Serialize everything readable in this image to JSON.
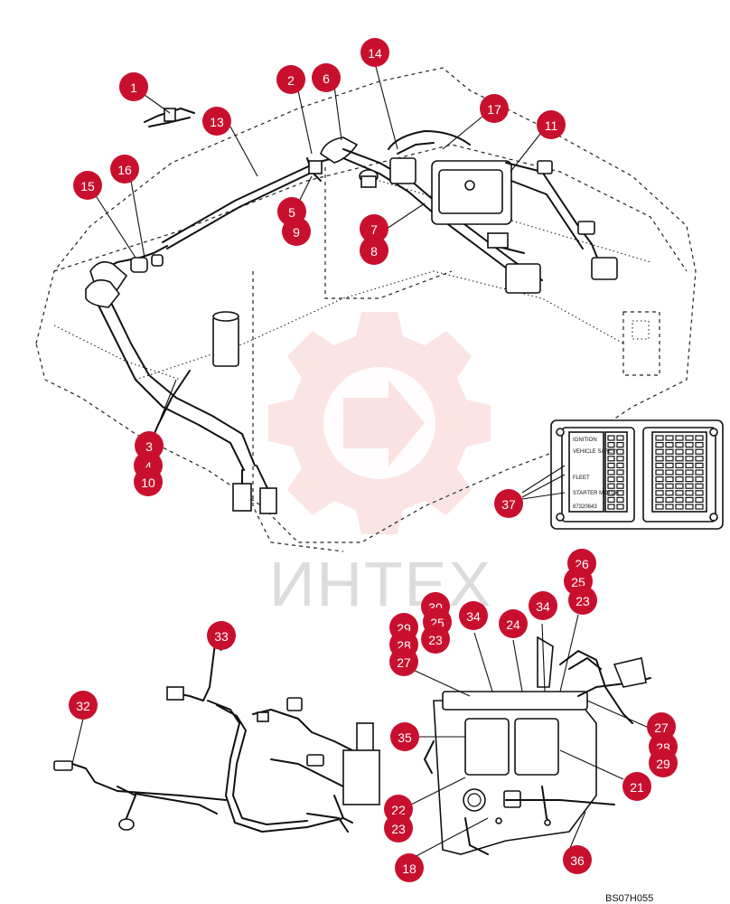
{
  "diagram": {
    "watermark_text": "ИНТЕХ",
    "figure_code": "BS07H055",
    "fuse_panel_labels": [
      "IGNITION",
      "VEHICLE SAFETY",
      "FLEET",
      "STARTER MOTOR",
      "87320843"
    ],
    "callouts": [
      {
        "label": "1"
      },
      {
        "label": "2"
      },
      {
        "label": "6"
      },
      {
        "label": "14"
      },
      {
        "label": "13"
      },
      {
        "label": "17"
      },
      {
        "label": "11"
      },
      {
        "label": "16"
      },
      {
        "label": "15"
      },
      {
        "label": "5"
      },
      {
        "label": "9"
      },
      {
        "label": "7"
      },
      {
        "label": "8"
      },
      {
        "label": "3"
      },
      {
        "label": "4"
      },
      {
        "label": "10"
      },
      {
        "label": "37"
      },
      {
        "label": "26"
      },
      {
        "label": "25"
      },
      {
        "label": "23"
      },
      {
        "label": "30"
      },
      {
        "label": "25"
      },
      {
        "label": "34"
      },
      {
        "label": "34"
      },
      {
        "label": "24"
      },
      {
        "label": "29"
      },
      {
        "label": "23"
      },
      {
        "label": "28"
      },
      {
        "label": "27"
      },
      {
        "label": "33"
      },
      {
        "label": "32"
      },
      {
        "label": "35"
      },
      {
        "label": "27"
      },
      {
        "label": "28"
      },
      {
        "label": "29"
      },
      {
        "label": "21"
      },
      {
        "label": "22"
      },
      {
        "label": "23"
      },
      {
        "label": "36"
      },
      {
        "label": "18"
      }
    ]
  }
}
